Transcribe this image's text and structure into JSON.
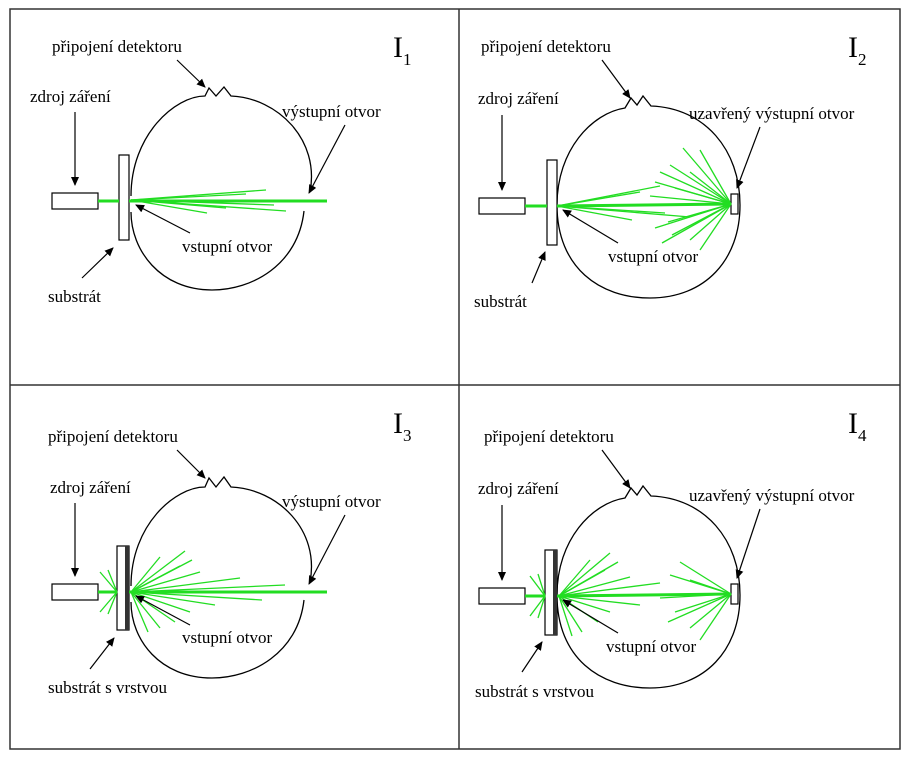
{
  "colors": {
    "beam": "#22dd22",
    "line": "#000000",
    "frame": "#333333"
  },
  "panels": [
    {
      "index_letter": "I",
      "index_sub": "1",
      "labels": {
        "detector": "připojení detektoru",
        "source": "zdroj záření",
        "exit": "výstupní otvor",
        "entry": "vstupní otvor",
        "substrate": "substrát"
      }
    },
    {
      "index_letter": "I",
      "index_sub": "2",
      "labels": {
        "detector": "připojení detektoru",
        "source": "zdroj záření",
        "exit": "uzavřený výstupní otvor",
        "entry": "vstupní otvor",
        "substrate": "substrát"
      }
    },
    {
      "index_letter": "I",
      "index_sub": "3",
      "labels": {
        "detector": "připojení detektoru",
        "source": "zdroj záření",
        "exit": "výstupní otvor",
        "entry": "vstupní otvor",
        "substrate": "substrát s vrstvou"
      }
    },
    {
      "index_letter": "I",
      "index_sub": "4",
      "labels": {
        "detector": "připojení detektoru",
        "source": "zdroj záření",
        "exit": "uzavřený výstupní otvor",
        "entry": "vstupní otvor",
        "substrate": "substrát s vrstvou"
      }
    }
  ]
}
